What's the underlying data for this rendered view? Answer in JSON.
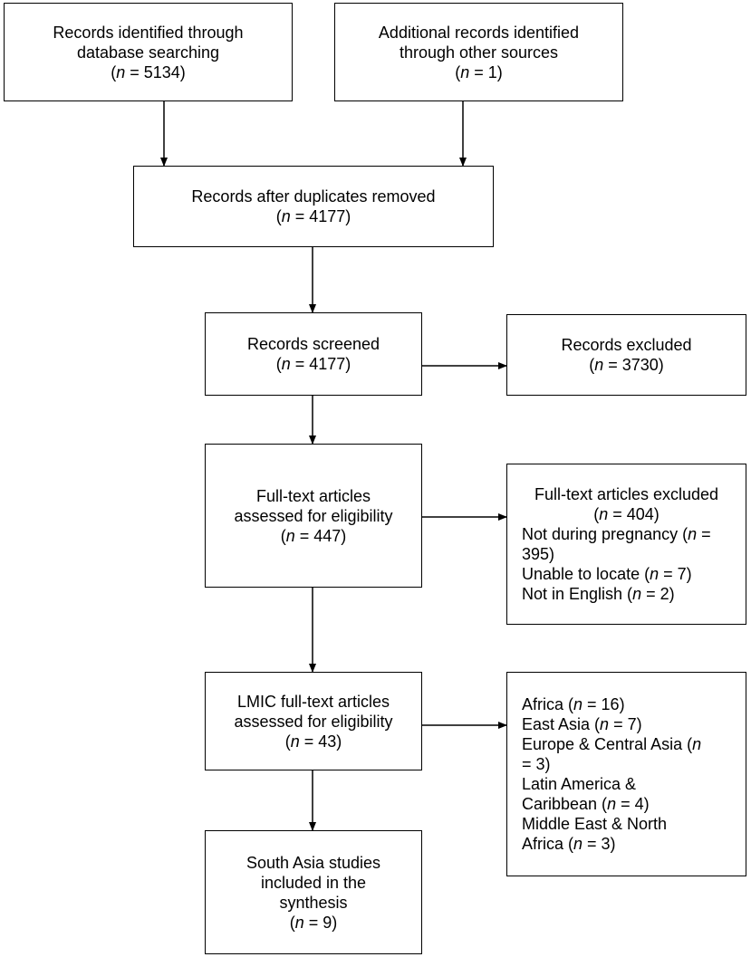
{
  "boxes": {
    "identified_db": {
      "lines": [
        "Records identified through",
        "database searching"
      ],
      "n_prefix": "(",
      "n_var": "n",
      "n_suffix": " = 5134)"
    },
    "identified_other": {
      "lines": [
        "Additional records identified",
        "through other sources"
      ],
      "n_prefix": "(",
      "n_var": "n",
      "n_suffix": " = 1)"
    },
    "duplicates_removed": {
      "lines": [
        "Records after duplicates removed"
      ],
      "n_prefix": "(",
      "n_var": "n",
      "n_suffix": " = 4177)"
    },
    "screened": {
      "lines": [
        "Records screened"
      ],
      "n_prefix": "(",
      "n_var": "n",
      "n_suffix": " = 4177)"
    },
    "excluded": {
      "lines": [
        "Records excluded"
      ],
      "n_prefix": "(",
      "n_var": "n",
      "n_suffix": " = 3730)"
    },
    "fulltext_assessed": {
      "lines": [
        "Full-text articles",
        "assessed for eligibility"
      ],
      "n_prefix": "(",
      "n_var": "n",
      "n_suffix": " = 447)"
    },
    "fulltext_excluded": {
      "title": "Full-text articles excluded",
      "count_prefix": "(",
      "count_var": "n",
      "count_suffix": " =  404)",
      "reasons": [
        {
          "a": "Not during pregnancy (",
          "var": "n",
          "b": " ="
        },
        {
          "a": "395)",
          "var": "",
          "b": ""
        },
        {
          "a": "Unable to locate (",
          "var": "n",
          "b": " = 7)"
        },
        {
          "a": "Not in English (",
          "var": "n",
          "b": " = 2)"
        }
      ]
    },
    "lmic_assessed": {
      "lines": [
        "LMIC full-text articles",
        "assessed for eligibility"
      ],
      "n_prefix": "(",
      "n_var": "n",
      "n_suffix": " = 43)"
    },
    "regions": {
      "rows": [
        {
          "a": "Africa (",
          "var": "n",
          "b": " = 16)"
        },
        {
          "a": "East Asia (",
          "var": "n",
          "b": " = 7)"
        },
        {
          "a": "Europe & Central Asia (",
          "var": "n",
          "b": ""
        },
        {
          "a": "= 3)",
          "var": "",
          "b": ""
        },
        {
          "a": "Latin America &",
          "var": "",
          "b": ""
        },
        {
          "a": "Caribbean (",
          "var": "n",
          "b": " = 4)"
        },
        {
          "a": "Middle East & North",
          "var": "",
          "b": ""
        },
        {
          "a": "Africa (",
          "var": "n",
          "b": " = 3)"
        }
      ]
    },
    "south_asia": {
      "lines": [
        "South Asia studies",
        "included in the",
        "synthesis"
      ],
      "n_prefix": "(",
      "n_var": "n",
      "n_suffix": " = 9)"
    }
  }
}
